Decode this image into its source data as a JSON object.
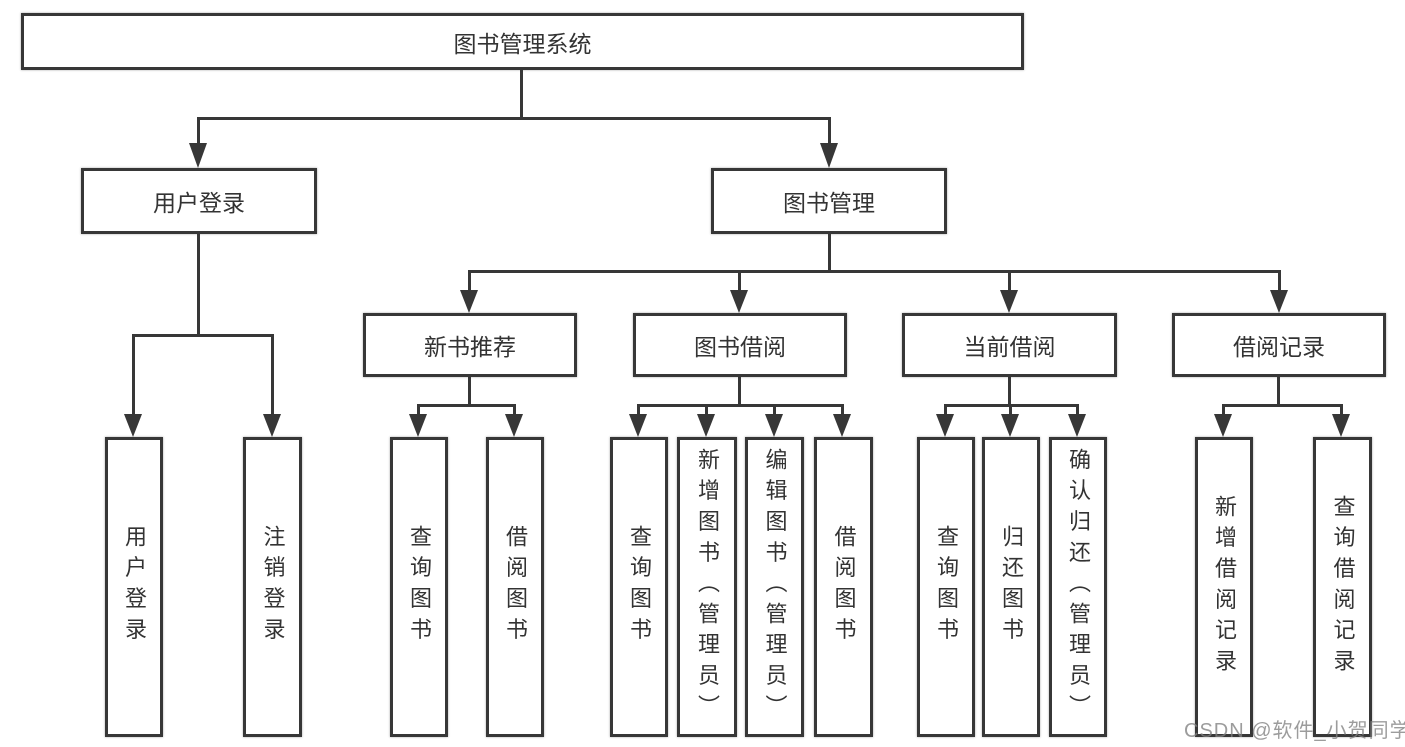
{
  "tree": {
    "root": {
      "label": "图书管理系统"
    },
    "branches": [
      {
        "label": "用户登录",
        "children": [
          {
            "label": "用户登录"
          },
          {
            "label": "注销登录"
          }
        ]
      },
      {
        "label": "图书管理",
        "groups": [
          {
            "label": "新书推荐",
            "children": [
              {
                "label": "查询图书"
              },
              {
                "label": "借阅图书"
              }
            ]
          },
          {
            "label": "图书借阅",
            "children": [
              {
                "label": "查询图书"
              },
              {
                "label": "新增图书（管理员）"
              },
              {
                "label": "编辑图书（管理员）"
              },
              {
                "label": "借阅图书"
              }
            ]
          },
          {
            "label": "当前借阅",
            "children": [
              {
                "label": "查询图书"
              },
              {
                "label": "归还图书"
              },
              {
                "label": "确认归还（管理员）"
              }
            ]
          },
          {
            "label": "借阅记录",
            "children": [
              {
                "label": "新增借阅记录"
              },
              {
                "label": "查询借阅记录"
              }
            ]
          }
        ]
      }
    ]
  },
  "watermark": {
    "text": "CSDN @软件_小贺同学"
  },
  "colors": {
    "line": "#373737",
    "text": "#333333",
    "watermark": "#808080"
  }
}
